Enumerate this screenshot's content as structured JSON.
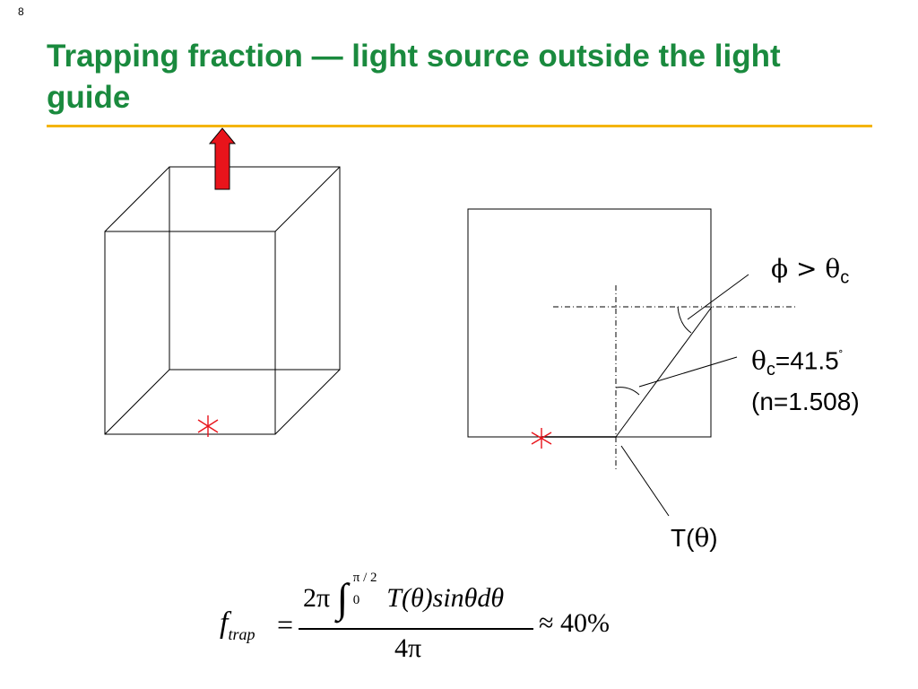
{
  "slide": {
    "page_number": "8",
    "title": "Trapping fraction — light source outside the light guide"
  },
  "labels": {
    "phi_symbol": "ϕ > θ",
    "phi_sub": "c",
    "theta_symbol": "θ",
    "theta_sub": "c",
    "theta_value": "=41.5",
    "theta_degree": "˚",
    "index": "(n=1.508)",
    "transmission_T": "T(",
    "transmission_theta": "θ",
    "transmission_close": ")"
  },
  "formula": {
    "lhs": "f",
    "lhs_sub": "trap",
    "equals": "=",
    "num_prefix": "2π",
    "integral": "∫",
    "upper_limit": "π / 2",
    "lower_limit": "0",
    "integrand": "T(θ)sinθdθ",
    "denominator": "4π",
    "result": "≈ 40%"
  },
  "colors": {
    "title": "#1a8a3e",
    "rule": "#f4b400",
    "arrow": "#e8141b",
    "source_star": "#e8141b"
  }
}
